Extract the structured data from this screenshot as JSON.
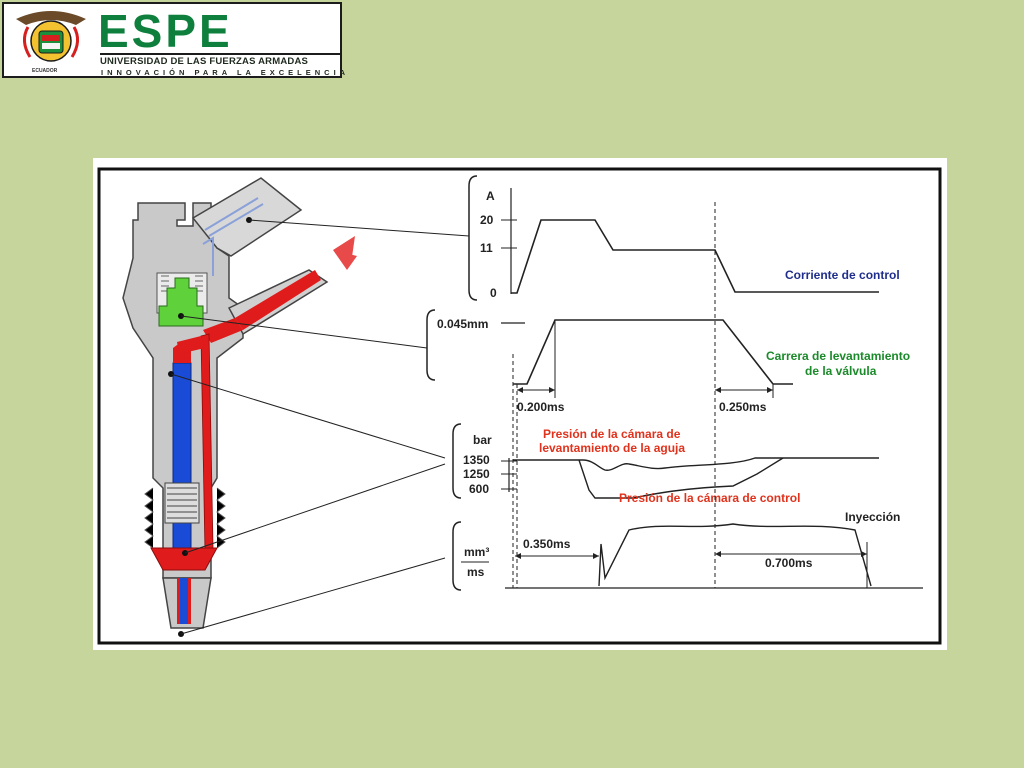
{
  "header": {
    "logo_word": "ESPE",
    "logo_line1": "UNIVERSIDAD DE LAS FUERZAS ARMADAS",
    "logo_line2": "INNOVACIÓN PARA LA EXCELENCIA",
    "emblem_text": "ECUADOR"
  },
  "diagram": {
    "current": {
      "unit": "A",
      "ticks": [
        "20",
        "11",
        "0"
      ],
      "label": "Corriente de control"
    },
    "lift": {
      "tick": "0.045mm",
      "label_line1": "Carrera de levantamiento",
      "label_line2": "de la válvula",
      "rise_time": "0.200ms",
      "fall_time": "0.250ms"
    },
    "pressure": {
      "unit": "bar",
      "ticks": [
        "1350",
        "1250",
        "600"
      ],
      "needle_label_line1": "Presión de la cámara de",
      "needle_label_line2": "levantamiento de la aguja",
      "control_label": "Presión de la cámara de control"
    },
    "injection": {
      "unit_top": "mm³",
      "unit_bottom": "ms",
      "delay": "0.350ms",
      "duration": "0.700ms",
      "label": "Inyección"
    }
  },
  "colors": {
    "background": "#c5d59c",
    "logo_green": "#0e7f3d",
    "fuel_red": "#e01b1b",
    "needle_blue": "#1a4bd6",
    "valve_green": "#5fd13a",
    "label_blue": "#1f2e8c",
    "label_green": "#1b8a2a",
    "label_red": "#e0321c"
  }
}
